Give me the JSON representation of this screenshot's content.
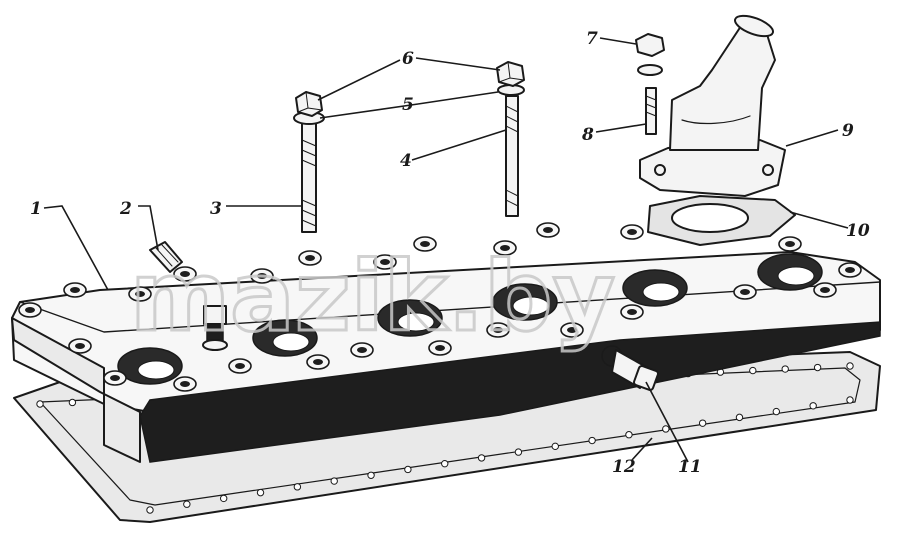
{
  "watermark": "mazik.by",
  "callouts": [
    {
      "id": "1",
      "label": "1"
    },
    {
      "id": "2",
      "label": "2"
    },
    {
      "id": "3",
      "label": "3"
    },
    {
      "id": "4",
      "label": "4"
    },
    {
      "id": "5",
      "label": "5"
    },
    {
      "id": "6",
      "label": "6"
    },
    {
      "id": "7",
      "label": "7"
    },
    {
      "id": "8",
      "label": "8"
    },
    {
      "id": "9",
      "label": "9"
    },
    {
      "id": "10",
      "label": "10"
    },
    {
      "id": "11",
      "label": "11"
    },
    {
      "id": "12",
      "label": "12"
    }
  ],
  "colors": {
    "ink": "#1a1a1a",
    "watermark": "#c9c9c9",
    "background": "#ffffff"
  }
}
